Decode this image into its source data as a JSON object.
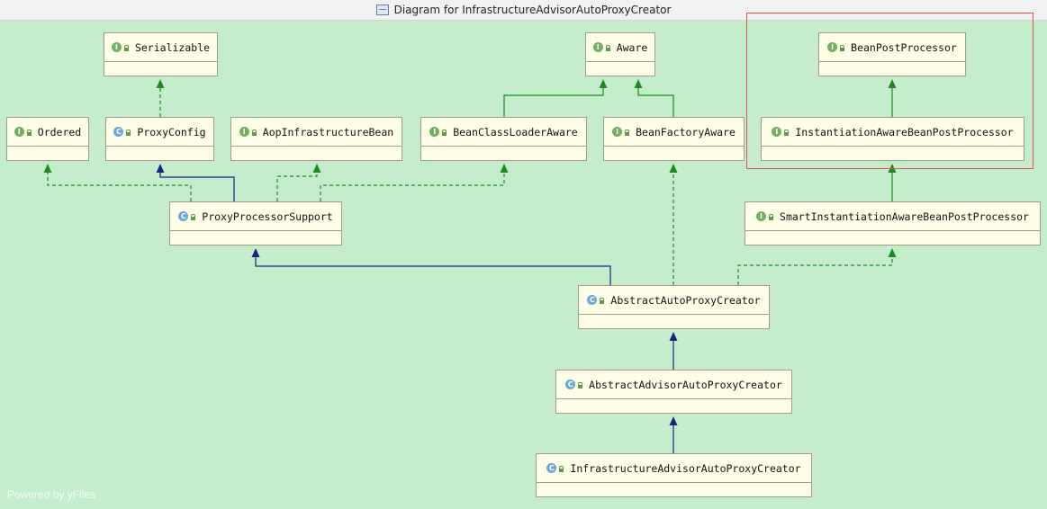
{
  "window": {
    "title": "Diagram for InfrastructureAdvisorAutoProxyCreator"
  },
  "watermark": "Powered by yFiles",
  "colors": {
    "background": "#c5eccb",
    "node_fill": "#fffee6",
    "implements_edge": "#1f8a1f",
    "extends_edge": "#1a237e",
    "highlight_box": "#e05252"
  },
  "nodes": {
    "serializable": {
      "name": "Serializable",
      "kind": "I"
    },
    "aware": {
      "name": "Aware",
      "kind": "I"
    },
    "bean_post_processor": {
      "name": "BeanPostProcessor",
      "kind": "I"
    },
    "ordered": {
      "name": "Ordered",
      "kind": "I"
    },
    "proxy_config": {
      "name": "ProxyConfig",
      "kind": "C"
    },
    "aop_infrastructure_bean": {
      "name": "AopInfrastructureBean",
      "kind": "I"
    },
    "bean_class_loader_aware": {
      "name": "BeanClassLoaderAware",
      "kind": "I"
    },
    "bean_factory_aware": {
      "name": "BeanFactoryAware",
      "kind": "I"
    },
    "instantiation_aware_bpp": {
      "name": "InstantiationAwareBeanPostProcessor",
      "kind": "I"
    },
    "proxy_processor_support": {
      "name": "ProxyProcessorSupport",
      "kind": "C"
    },
    "smart_instantiation_aware_bpp": {
      "name": "SmartInstantiationAwareBeanPostProcessor",
      "kind": "I"
    },
    "abstract_auto_proxy_creator": {
      "name": "AbstractAutoProxyCreator",
      "kind": "C"
    },
    "abstract_advisor_auto_proxy_creator": {
      "name": "AbstractAdvisorAutoProxyCreator",
      "kind": "C"
    },
    "infrastructure_advisor_auto_proxy_creator": {
      "name": "InfrastructureAdvisorAutoProxyCreator",
      "kind": "C"
    }
  },
  "edges": [
    {
      "from": "proxy_config",
      "to": "serializable",
      "type": "implements"
    },
    {
      "from": "bean_class_loader_aware",
      "to": "aware",
      "type": "extends-interface"
    },
    {
      "from": "bean_factory_aware",
      "to": "aware",
      "type": "extends-interface"
    },
    {
      "from": "instantiation_aware_bpp",
      "to": "bean_post_processor",
      "type": "extends-interface"
    },
    {
      "from": "proxy_processor_support",
      "to": "ordered",
      "type": "implements"
    },
    {
      "from": "proxy_processor_support",
      "to": "proxy_config",
      "type": "extends"
    },
    {
      "from": "proxy_processor_support",
      "to": "aop_infrastructure_bean",
      "type": "implements"
    },
    {
      "from": "proxy_processor_support",
      "to": "bean_class_loader_aware",
      "type": "implements"
    },
    {
      "from": "smart_instantiation_aware_bpp",
      "to": "instantiation_aware_bpp",
      "type": "extends-interface"
    },
    {
      "from": "abstract_auto_proxy_creator",
      "to": "proxy_processor_support",
      "type": "extends"
    },
    {
      "from": "abstract_auto_proxy_creator",
      "to": "bean_factory_aware",
      "type": "implements"
    },
    {
      "from": "abstract_auto_proxy_creator",
      "to": "smart_instantiation_aware_bpp",
      "type": "implements"
    },
    {
      "from": "abstract_advisor_auto_proxy_creator",
      "to": "abstract_auto_proxy_creator",
      "type": "extends"
    },
    {
      "from": "infrastructure_advisor_auto_proxy_creator",
      "to": "abstract_advisor_auto_proxy_creator",
      "type": "extends"
    }
  ]
}
